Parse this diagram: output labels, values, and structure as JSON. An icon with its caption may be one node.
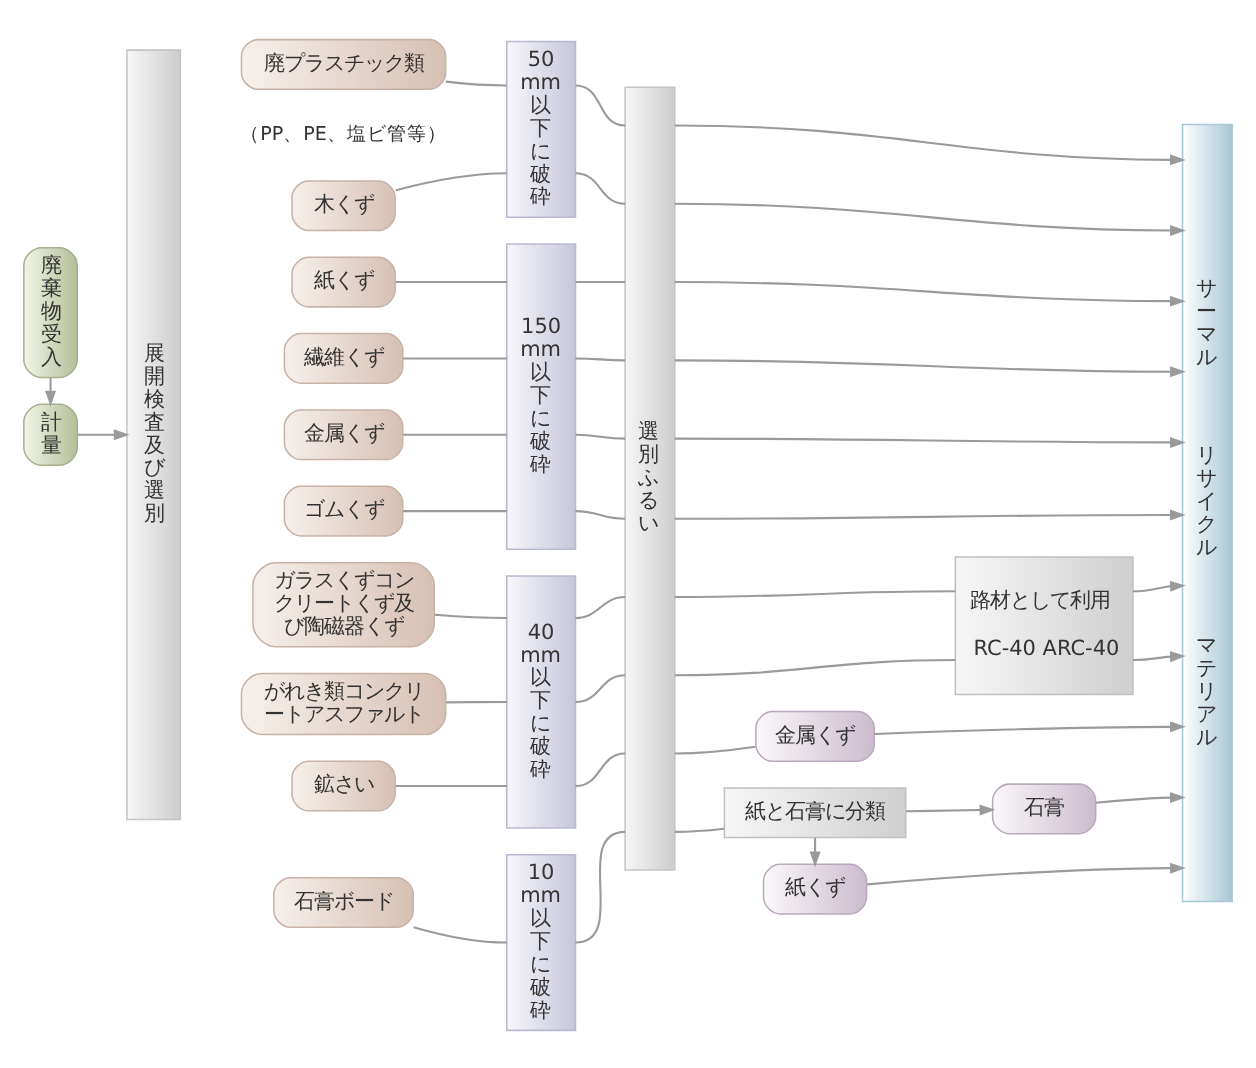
{
  "diagram": {
    "nodes": [
      {
        "text": [
          "廃棄物受入"
        ]
      },
      {
        "text": [
          "計量"
        ]
      },
      {
        "text": [
          "展開検査及び選別"
        ]
      },
      {
        "text": [
          "廃プラスチック類"
        ],
        "beside": [
          "（PP、PE、塩ビ管等）"
        ]
      },
      {
        "text": [
          "木くず"
        ]
      },
      {
        "text": [
          "紙くず"
        ]
      },
      {
        "text": [
          "繊維くず"
        ]
      },
      {
        "text": [
          "金属くず"
        ]
      },
      {
        "text": [
          "ゴムくず"
        ]
      },
      {
        "text": [
          "ガラスくずコンクリートくず及び陶磁器くず"
        ]
      },
      {
        "text": [
          "がれき類コンクリートアスファルト"
        ]
      },
      {
        "text": [
          "鉱さい"
        ]
      },
      {
        "text": [
          "石膏ボード"
        ]
      },
      {
        "text": [
          "50mm以下に破砕"
        ]
      },
      {
        "text": [
          "150mm以下に破砕"
        ]
      },
      {
        "text": [
          "40mm以下に破砕"
        ]
      },
      {
        "text": [
          "10mm以下に破砕"
        ]
      },
      {
        "text": [
          "選別ふるい"
        ]
      },
      {
        "text": [
          "路材として利用",
          "RC-40 ARC-40"
        ]
      },
      {
        "text": [
          "金属くず"
        ]
      },
      {
        "text": [
          "紙と石膏に分類"
        ]
      },
      {
        "text": [
          "石膏"
        ]
      },
      {
        "text": [
          "紙くず"
        ]
      },
      {
        "text": [
          "サーマル",
          "リサイクル",
          "マテリアル"
        ]
      }
    ],
    "edges": [
      {
        "from": 0,
        "to": 1,
        "arrow": "to"
      },
      {
        "from": 1,
        "to": 2,
        "arrow": "to"
      },
      {
        "from": 3,
        "to": 13,
        "arrow": "none"
      },
      {
        "from": 4,
        "to": 13,
        "arrow": "none"
      },
      {
        "from": 5,
        "to": 14,
        "arrow": "none"
      },
      {
        "from": 6,
        "to": 14,
        "arrow": "none"
      },
      {
        "from": 7,
        "to": 14,
        "arrow": "none"
      },
      {
        "from": 8,
        "to": 14,
        "arrow": "none"
      },
      {
        "from": 9,
        "to": 15,
        "arrow": "none"
      },
      {
        "from": 10,
        "to": 15,
        "arrow": "none"
      },
      {
        "from": 11,
        "to": 15,
        "arrow": "none"
      },
      {
        "from": 12,
        "to": 16,
        "arrow": "none"
      },
      {
        "from": 13,
        "to": 17,
        "arrow": "none"
      },
      {
        "from": 13,
        "to": 17,
        "arrow": "none"
      },
      {
        "from": 14,
        "to": 17,
        "arrow": "none"
      },
      {
        "from": 14,
        "to": 17,
        "arrow": "none"
      },
      {
        "from": 14,
        "to": 17,
        "arrow": "none"
      },
      {
        "from": 14,
        "to": 17,
        "arrow": "none"
      },
      {
        "from": 15,
        "to": 17,
        "arrow": "none"
      },
      {
        "from": 15,
        "to": 17,
        "arrow": "none"
      },
      {
        "from": 15,
        "to": 17,
        "arrow": "none"
      },
      {
        "from": 16,
        "to": 17,
        "arrow": "none"
      },
      {
        "from": 17,
        "to": 23,
        "arrow": "to"
      },
      {
        "from": 17,
        "to": 23,
        "arrow": "to"
      },
      {
        "from": 17,
        "to": 23,
        "arrow": "to"
      },
      {
        "from": 17,
        "to": 23,
        "arrow": "to"
      },
      {
        "from": 17,
        "to": 23,
        "arrow": "to"
      },
      {
        "from": 17,
        "to": 23,
        "arrow": "to"
      },
      {
        "from": 17,
        "to": 18,
        "arrow": "none"
      },
      {
        "from": 17,
        "to": 18,
        "arrow": "none"
      },
      {
        "from": 17,
        "to": 19,
        "arrow": "none"
      },
      {
        "from": 17,
        "to": 20,
        "arrow": "none"
      },
      {
        "from": 18,
        "to": 23,
        "arrow": "to"
      },
      {
        "from": 18,
        "to": 23,
        "arrow": "to"
      },
      {
        "from": 19,
        "to": 23,
        "arrow": "to"
      },
      {
        "from": 20,
        "to": 21,
        "arrow": "to"
      },
      {
        "from": 20,
        "to": 22,
        "arrow": "to"
      },
      {
        "from": 21,
        "to": 23,
        "arrow": "to"
      },
      {
        "from": 22,
        "to": 23,
        "arrow": "to"
      }
    ]
  }
}
